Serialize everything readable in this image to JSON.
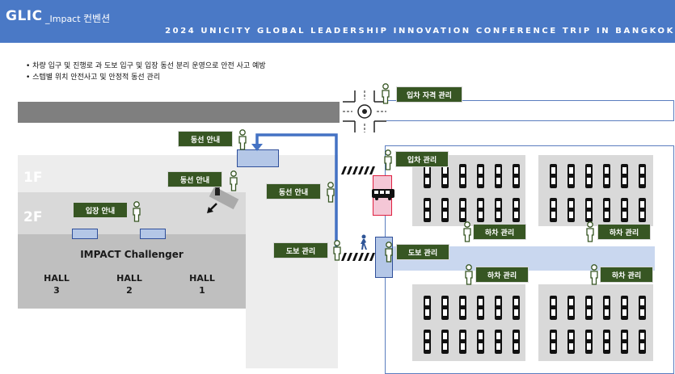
{
  "header": {
    "logo": "GLIC",
    "logo_sub": "_Impact",
    "logo_kr": "컨벤션",
    "title": "2024 UNICITY GLOBAL LEADERSHIP INNOVATION CONFERENCE TRIP IN BANGKOK"
  },
  "bullets": [
    "•  차량 입구 및 진행로 과 도보 입구 및 입장 동선 분리 운영으로 안전 사고 예방",
    "•  스텝별 위치 안전사고 및 안정적 동선 관리"
  ],
  "floors": {
    "f1": "1F",
    "f2": "2F"
  },
  "venue": {
    "title": "IMPACT Challenger",
    "halls": [
      {
        "name": "HALL",
        "num": "3"
      },
      {
        "name": "HALL",
        "num": "2"
      },
      {
        "name": "HALL",
        "num": "1"
      }
    ]
  },
  "staff_labels": {
    "vehicle_entry_qualification": "입차 자격  관리",
    "route_guide_top": "동선 안내",
    "route_guide_escalator": "동선 안내",
    "route_guide_mid": "동선 안내",
    "entrance_guide": "입장 안내",
    "walk_manage_left": "도보 관리",
    "vehicle_entry_manage": "입차 관리",
    "walk_manage_right": "도보 관리",
    "dropoff_1": "하차 관리",
    "dropoff_2": "하차 관리",
    "dropoff_3": "하차 관리",
    "dropoff_4": "하차 관리"
  },
  "colors": {
    "header": "#4a79c6",
    "label_green": "#375623",
    "route_blue": "#4472c4",
    "gate_red": "#e02040"
  },
  "icons": [
    "person-icon",
    "escalator-icon",
    "pedestrian-icon",
    "bus-icon",
    "roundabout-icon",
    "crosswalk-icon"
  ]
}
